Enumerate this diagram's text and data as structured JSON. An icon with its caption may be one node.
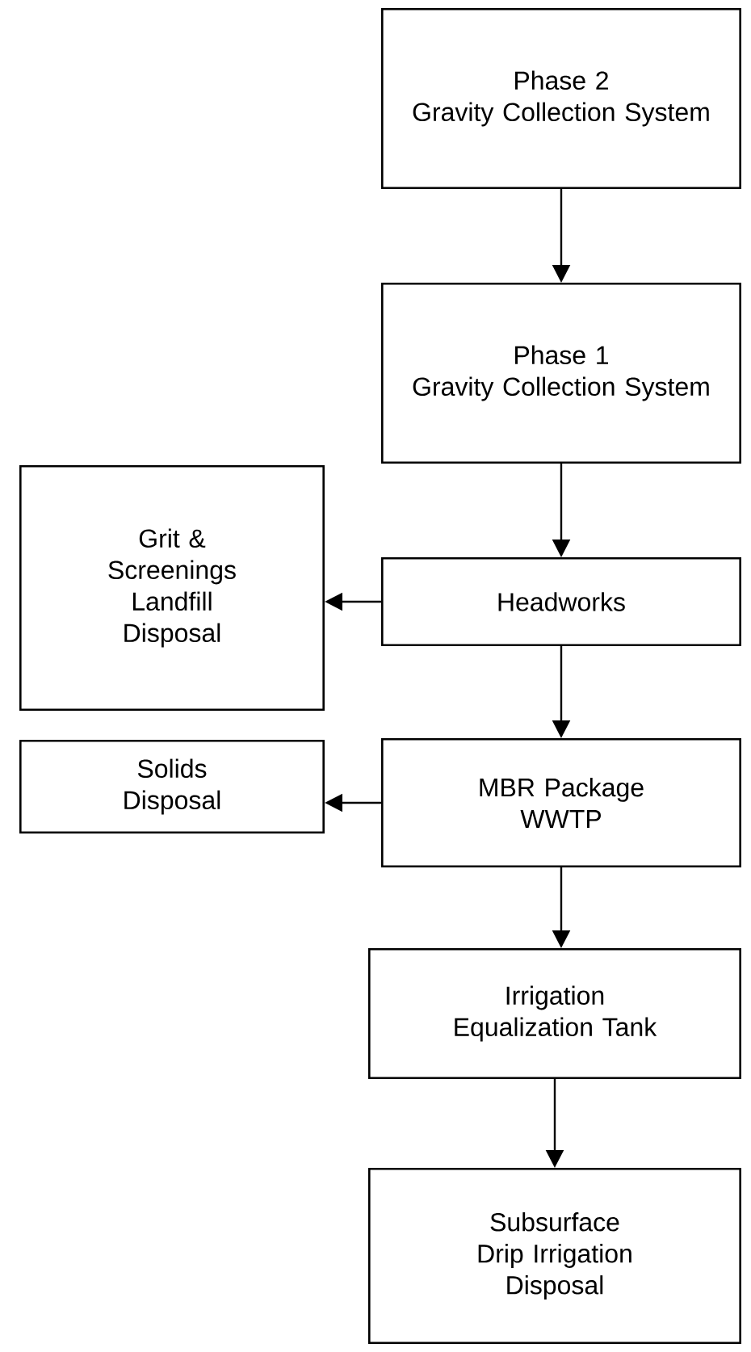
{
  "diagram": {
    "nodes": [
      {
        "text": [
          "Phase 2",
          "Gravity Collection System"
        ]
      },
      {
        "text": [
          "Phase 1",
          "Gravity Collection System"
        ]
      },
      {
        "text": [
          "Headworks"
        ]
      },
      {
        "text": [
          "Grit & Screenings Landfill Disposal"
        ]
      },
      {
        "text": [
          "MBR Package WWTP"
        ]
      },
      {
        "text": [
          "Solids Disposal"
        ]
      },
      {
        "text": [
          "Irrigation Equalization Tank"
        ]
      },
      {
        "text": [
          "Subsurface Drip Irrigation Disposal"
        ]
      }
    ],
    "edges": [
      {
        "from": 0,
        "to": 1,
        "arrow": "to"
      },
      {
        "from": 1,
        "to": 2,
        "arrow": "to"
      },
      {
        "from": 2,
        "to": 3,
        "arrow": "to"
      },
      {
        "from": 2,
        "to": 4,
        "arrow": "to"
      },
      {
        "from": 4,
        "to": 5,
        "arrow": "to"
      },
      {
        "from": 4,
        "to": 6,
        "arrow": "to"
      },
      {
        "from": 6,
        "to": 7,
        "arrow": "to"
      }
    ]
  }
}
